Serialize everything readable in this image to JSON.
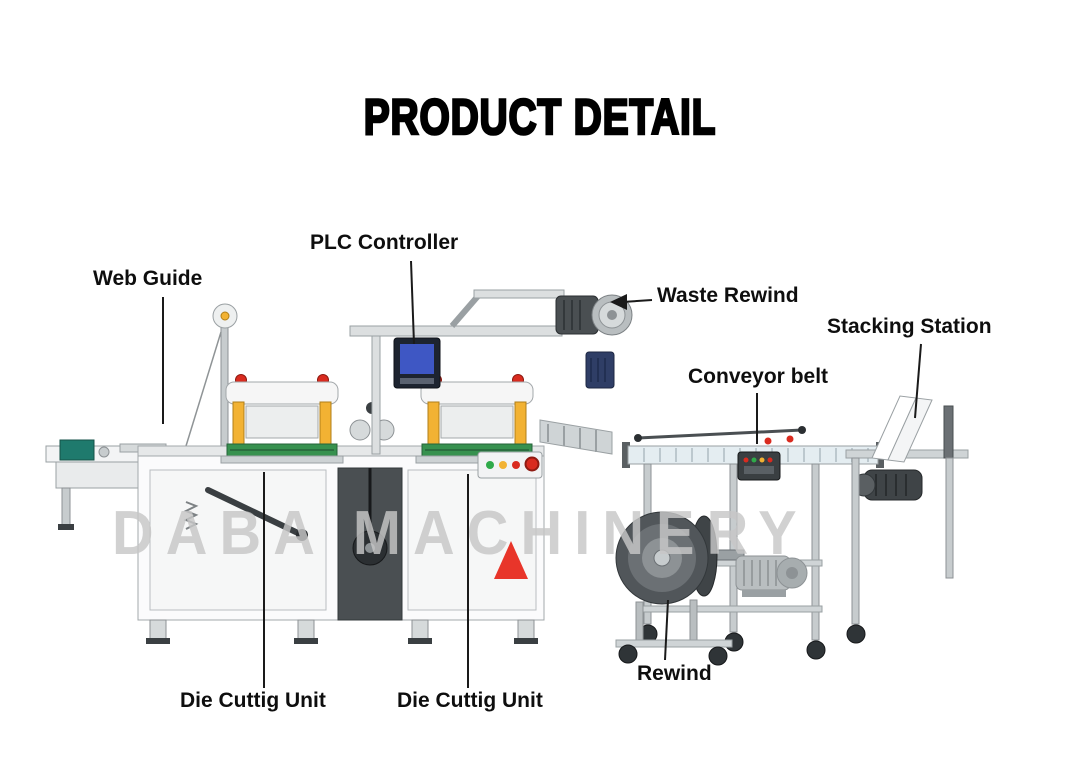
{
  "title": "PRODUCT DETAIL",
  "watermark": {
    "text": "DABA MACHINERY"
  },
  "colors": {
    "label_text": "#0e0e0e",
    "watermark_gray": "#c7c7c7",
    "accent_red": "#e8352a",
    "machine_yellow": "#f2b233",
    "cutting_bed_green": "#37914f",
    "screen_blue": "#3e57c4"
  },
  "labels": {
    "web_guide": "Web Guide",
    "plc_controller": "PLC Controller",
    "waste_rewind": "Waste Rewind",
    "stacking_station": "Stacking Station",
    "conveyor_belt": "Conveyor belt",
    "rewind": "Rewind",
    "die_cutting_unit_left": "Die Cuttig Unit",
    "die_cutting_unit_right": "Die Cuttig Unit"
  }
}
